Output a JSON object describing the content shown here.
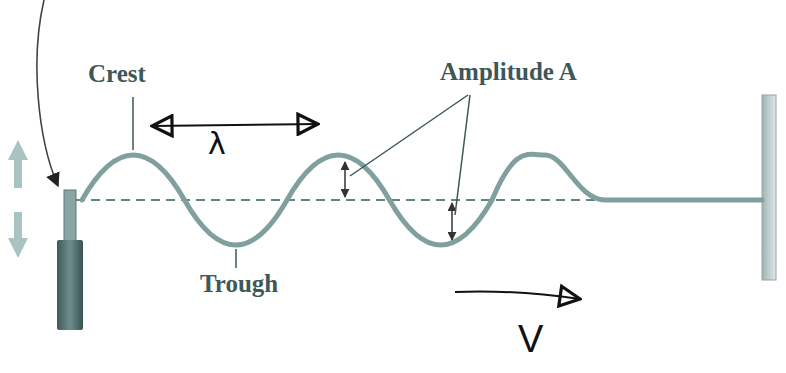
{
  "diagram": {
    "labels": [
      "Crest",
      "Amplitude A",
      "λ",
      "Trough",
      "V"
    ]
  }
}
